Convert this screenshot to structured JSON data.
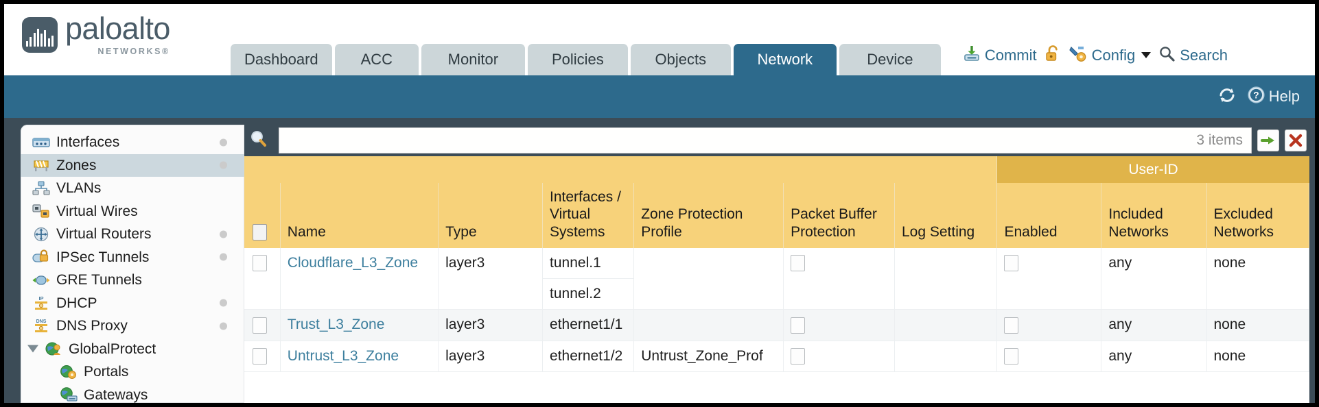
{
  "brand": {
    "name": "paloalto",
    "tagline": "NETWORKS",
    "registered": "®"
  },
  "header": {
    "tabs": [
      {
        "label": "Dashboard",
        "active": false
      },
      {
        "label": "ACC",
        "active": false
      },
      {
        "label": "Monitor",
        "active": false
      },
      {
        "label": "Policies",
        "active": false
      },
      {
        "label": "Objects",
        "active": false
      },
      {
        "label": "Network",
        "active": true
      },
      {
        "label": "Device",
        "active": false
      }
    ],
    "actions": {
      "commit": "Commit",
      "lock_icon": "unlock-icon",
      "config": "Config",
      "search": "Search"
    },
    "accent_color": "#2d6a8c",
    "tab_inactive_color": "#ccd6d9"
  },
  "toolbar": {
    "refresh_icon": "refresh-icon",
    "help": "Help"
  },
  "sidebar": {
    "items": [
      {
        "label": "Interfaces",
        "icon": "interfaces-icon",
        "dot": true,
        "selected": false,
        "level": 0
      },
      {
        "label": "Zones",
        "icon": "zones-icon",
        "dot": true,
        "selected": true,
        "level": 0
      },
      {
        "label": "VLANs",
        "icon": "vlans-icon",
        "dot": false,
        "selected": false,
        "level": 0
      },
      {
        "label": "Virtual Wires",
        "icon": "virtual-wires-icon",
        "dot": false,
        "selected": false,
        "level": 0
      },
      {
        "label": "Virtual Routers",
        "icon": "virtual-routers-icon",
        "dot": true,
        "selected": false,
        "level": 0
      },
      {
        "label": "IPSec Tunnels",
        "icon": "ipsec-tunnels-icon",
        "dot": true,
        "selected": false,
        "level": 0
      },
      {
        "label": "GRE Tunnels",
        "icon": "gre-tunnels-icon",
        "dot": false,
        "selected": false,
        "level": 0
      },
      {
        "label": "DHCP",
        "icon": "dhcp-icon",
        "dot": true,
        "selected": false,
        "level": 0
      },
      {
        "label": "DNS Proxy",
        "icon": "dns-proxy-icon",
        "dot": true,
        "selected": false,
        "level": 0
      },
      {
        "label": "GlobalProtect",
        "icon": "globalprotect-icon",
        "dot": false,
        "selected": false,
        "level": 0,
        "expanded": true
      },
      {
        "label": "Portals",
        "icon": "portals-icon",
        "dot": false,
        "selected": false,
        "level": 1
      },
      {
        "label": "Gateways",
        "icon": "gateways-icon",
        "dot": false,
        "selected": false,
        "level": 1
      }
    ]
  },
  "filter": {
    "search_icon": "search-icon",
    "value": "",
    "placeholder": "",
    "item_count": "3 items",
    "apply_icon": "apply-filter-arrow-icon",
    "clear_icon": "clear-filter-x-icon"
  },
  "table": {
    "group_header": "User-ID",
    "columns": [
      "Name",
      "Type",
      "Interfaces / Virtual Systems",
      "Zone Protection Profile",
      "Packet Buffer Protection",
      "Log Setting",
      "Enabled",
      "Included Networks",
      "Excluded Networks"
    ],
    "columns_multiline": {
      "interfaces": [
        "Interfaces /",
        "Virtual",
        "Systems"
      ],
      "zone_protection": [
        "Zone Protection",
        "Profile"
      ],
      "packet_buffer": [
        "Packet Buffer",
        "Protection"
      ],
      "log_setting": [
        "Log Setting"
      ],
      "enabled": [
        "Enabled"
      ],
      "included": [
        "Included",
        "Networks"
      ],
      "excluded": [
        "Excluded",
        "Networks"
      ]
    },
    "rows": [
      {
        "selected": false,
        "name": "Cloudflare_L3_Zone",
        "type": "layer3",
        "interfaces": [
          "tunnel.1",
          "tunnel.2"
        ],
        "zone_protection_profile": "",
        "packet_buffer_protection": false,
        "log_setting": "",
        "userid_enabled": false,
        "included_networks": "any",
        "excluded_networks": "none"
      },
      {
        "selected": false,
        "name": "Trust_L3_Zone",
        "type": "layer3",
        "interfaces": [
          "ethernet1/1"
        ],
        "zone_protection_profile": "",
        "packet_buffer_protection": false,
        "log_setting": "",
        "userid_enabled": false,
        "included_networks": "any",
        "excluded_networks": "none"
      },
      {
        "selected": false,
        "name": "Untrust_L3_Zone",
        "type": "layer3",
        "interfaces": [
          "ethernet1/2"
        ],
        "zone_protection_profile": "Untrust_Zone_Prof",
        "packet_buffer_protection": false,
        "log_setting": "",
        "userid_enabled": false,
        "included_networks": "any",
        "excluded_networks": "none"
      }
    ],
    "header_color": "#f7d27a",
    "group_header_color": "#e0b44a",
    "link_color": "#3d7f9e"
  }
}
